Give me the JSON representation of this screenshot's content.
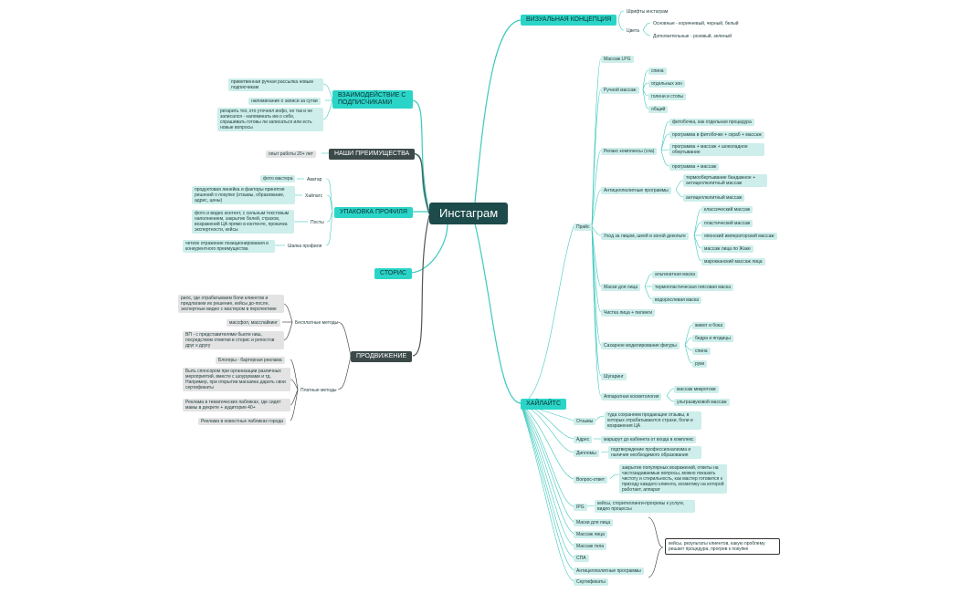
{
  "root": "Инстаграм",
  "visual": {
    "title": "ВИЗУАЛЬНАЯ КОНЦЕПЦИЯ",
    "fonts": "Шрифты инстаграм",
    "colors": "Цвета",
    "main_colors": "Основные - коричневый, черный, белый",
    "extra_colors": "Дополнительные - розовый, зеленый"
  },
  "interaction": {
    "title": "ВЗАИМОДЕЙСТВИЕ С ПОДПИСЧИКАМИ",
    "items": [
      "приветвенная ручная рассылка новым подписчикам",
      "напоминание о записи за сутки",
      "регарить тех, кто уточнял инфо, но так и не записался - напоминать им о себе, спрашивать готовы ли записаться или есть новые вопросы"
    ]
  },
  "advantages": {
    "title": "НАШИ ПРЕИМУЩЕСТВА",
    "item": "опыт работы 20+ лет"
  },
  "profile": {
    "title": "УПАКОВКА ПРОФИЛЯ",
    "avatar": "Аватар",
    "avatar_item": "фото мастера",
    "highlights": "Хайлатс",
    "highlights_item": "продуктовая линейка и факторы принятия решений о покупке (отзывы, образование, адрес, цены)",
    "posts": "Посты",
    "posts_item": "фото и видео контент, с сильным текстовым наполнением, закрытие болей, страхов, возражений ЦА прямо в контенте, прокачка экспертности, кейсы",
    "header": "Шапка профиля",
    "header_item": "четкое отражение позиционирования и конкурентного преимущества"
  },
  "stories": {
    "title": "СТОРИС"
  },
  "promotion": {
    "title": "ПРОДВИЖЕНИЕ",
    "free": "Бесплатные методы",
    "free_items": [
      "рилс, где отрабатываем боли клиентов и предлагаем их решение, кейсы до-после, экспертные видео с мастером в перспективе",
      "массфол, масслайкинг",
      "ВП - с представителями бьюти ниш, посредством отметки в сторис и репостов друг к другу"
    ],
    "paid": "Платные методы",
    "paid_items": [
      "Блогеры - бартерная реклама",
      "Быть спонсором при организации различных мероприятий, вместе с шоурумами и тд. Например, при открытии магазина дарить свои сертификаты",
      "Реклама в тематических пабликах, где сидят мамы в декрете + аудитория 40+",
      "Реклама в новостных пабликах города"
    ]
  },
  "highlights": {
    "title": "ХАЙЛАЙТС",
    "price": "Прайс",
    "lpg": "Массаж LPG",
    "manual": "Ручной массаж",
    "manual_items": [
      "спина",
      "отдельных зон",
      "голени и стопы",
      "общий"
    ],
    "relax": "Релакс комплексы (спа)",
    "relax_items": [
      "фитобочка, как отдельная процедура",
      "программа в фитобочке + скраб + массаж",
      "программа + массаж + шоколадное обертывание",
      "программа + массаж"
    ],
    "anticell": "Антицеллюлитные программы",
    "anticell_items": [
      "термообертывание бандажное + антицеллюлитный массаж",
      "антицеллюлитный массаж"
    ],
    "face": "Уход за лицом, шеей и зоной декольте",
    "face_items": [
      "классический массаж",
      "пластический массаж",
      "японский императорский массаж",
      "массаж лица по Жаке",
      "марокканский массаж лица"
    ],
    "masks": "Маски для лица",
    "masks_items": [
      "альгинатная маска",
      "термопластическая гипсовая маска",
      "водорослевая маска"
    ],
    "cleaning": "Чистка лица + пилинги",
    "sugar": "Сахарное моделирование фигуры",
    "sugar_items": [
      "живот и бока",
      "бедра и ягодицы",
      "спина",
      "руки"
    ],
    "shugaring": "Шугаринг",
    "hardware": "Аппаратная косметология",
    "hardware_items": [
      "массаж микротоки",
      "ультразвуковой массаж"
    ],
    "reviews": "Отзывы",
    "reviews_item": "туда сохраняем продающие отзывы, в которых отрабатываются страхи, боли и возражения ЦА",
    "address": "Адрес",
    "address_item": "маршрут до кабинета от входа в комплекс",
    "diplomas": "Дипломы",
    "diplomas_item": "подтверждение профессионализма и наличия необходимого образования",
    "faq": "Вопрос-ответ",
    "faq_item": "закрытие популярных возражений, ответы на частозадаваемые вопросы, можно показать чистоту и стерильность, как мастер готовится к приходу каждого клиента, косметику на которой работает, аппарат",
    "ipg": "IPG",
    "ipg_item": "кейсы, сторителлинги-прогревы к услуге, видео процессы",
    "list": [
      "Маски для лица",
      "Массаж лица",
      "Массаж тела",
      "СПА",
      "Антицеллюлитные программы",
      "Сертификаты"
    ],
    "list_note": "кейсы, результаты клиентов, какую проблему решает процедура, прогрев к покупке"
  },
  "colors": {
    "teal": "#2ad5c8",
    "dark": "#1d4a4a",
    "gray": "#3b4a48",
    "line_teal": "#3ec9bd",
    "line_dark": "#4a4a4a"
  }
}
